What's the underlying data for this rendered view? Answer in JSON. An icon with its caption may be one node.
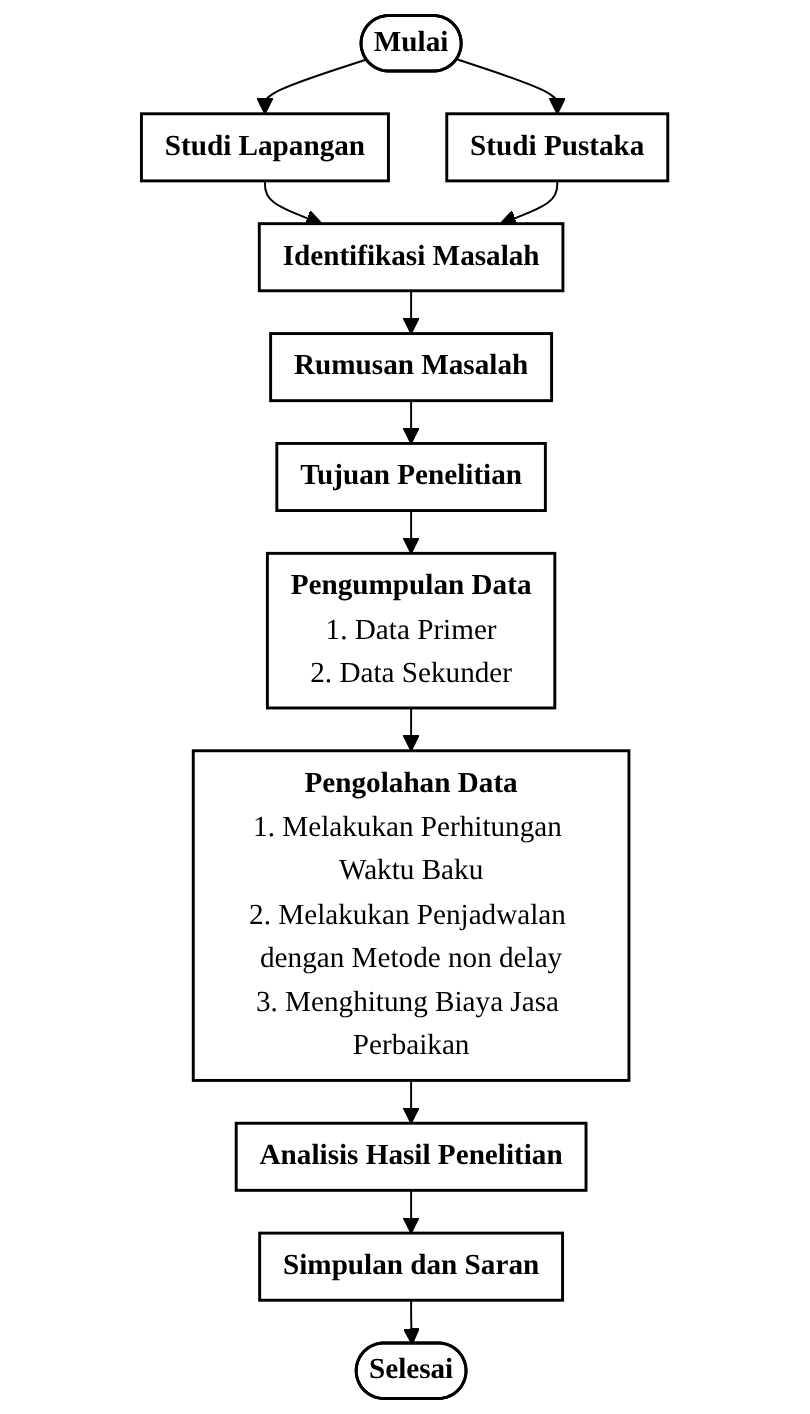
{
  "diagram": {
    "nodes": [
      {
        "text": [
          "Mulai"
        ]
      },
      {
        "text": [
          "Studi Lapangan"
        ]
      },
      {
        "text": [
          "Studi Pustaka"
        ]
      },
      {
        "text": [
          "Identifikasi Masalah"
        ]
      },
      {
        "text": [
          "Rumusan Masalah"
        ]
      },
      {
        "text": [
          "Tujuan Penelitian"
        ]
      },
      {
        "text": [
          "Pengumpulan Data",
          "1. Data Primer",
          "2. Data Sekunder"
        ]
      },
      {
        "text": [
          "Pengolahan Data",
          "1. Melakukan Perhitungan Waktu Baku",
          "2. Melakukan Penjadwalan dengan Metode non delay",
          "3. Menghitung Biaya Jasa Perbaikan"
        ]
      },
      {
        "text": [
          "Analisis Hasil Penelitian"
        ]
      },
      {
        "text": [
          "Simpulan dan Saran"
        ]
      },
      {
        "text": [
          "Selesai"
        ]
      }
    ],
    "edges": [
      {
        "from": 0,
        "to": 1,
        "arrow": "to"
      },
      {
        "from": 0,
        "to": 2,
        "arrow": "to"
      },
      {
        "from": 1,
        "to": 3,
        "arrow": "to"
      },
      {
        "from": 2,
        "to": 3,
        "arrow": "to"
      },
      {
        "from": 3,
        "to": 4,
        "arrow": "to"
      },
      {
        "from": 4,
        "to": 5,
        "arrow": "to"
      },
      {
        "from": 5,
        "to": 6,
        "arrow": "to"
      },
      {
        "from": 6,
        "to": 7,
        "arrow": "to"
      },
      {
        "from": 7,
        "to": 8,
        "arrow": "to"
      },
      {
        "from": 8,
        "to": 9,
        "arrow": "to"
      },
      {
        "from": 9,
        "to": 10,
        "arrow": "to"
      }
    ]
  }
}
